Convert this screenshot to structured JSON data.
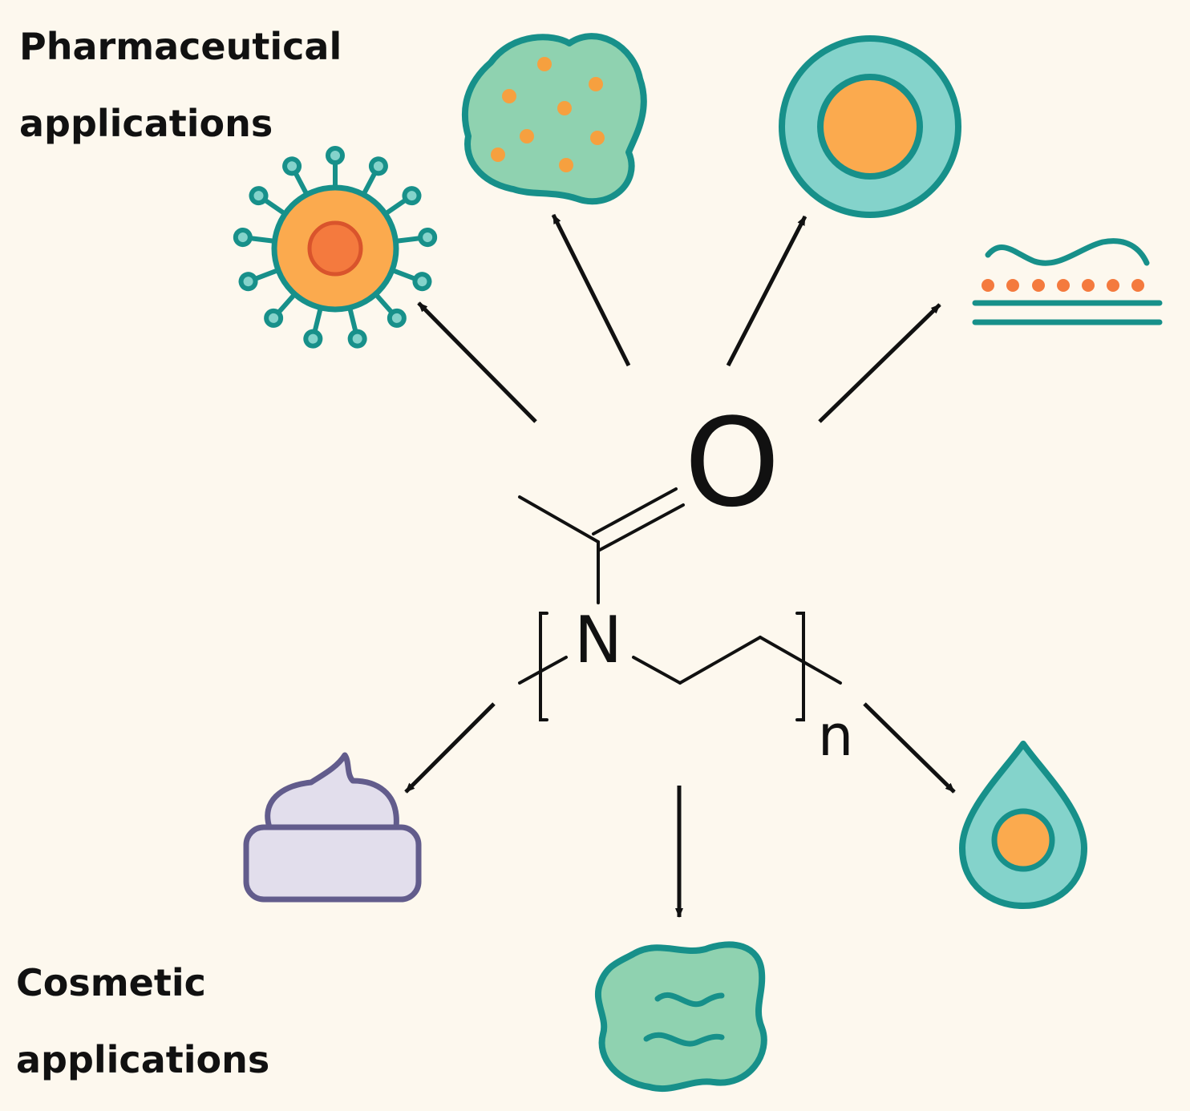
{
  "labels": {
    "pharmaceutical": {
      "line1": "Pharmaceutical",
      "line2": "applications"
    },
    "cosmetic": {
      "line1": "Cosmetic",
      "line2": "applications"
    }
  },
  "structure": {
    "oxygen": "O",
    "nitrogen": "N",
    "repeat_subscript": "n"
  },
  "icons": {
    "pharmaceutical": [
      "spiky-nanoparticle-icon",
      "drug-loaded-hydrogel-icon",
      "core-shell-capsule-icon",
      "transdermal-film-icon"
    ],
    "cosmetic": [
      "cream-jar-icon",
      "gel-blob-icon",
      "droplet-emulsion-icon"
    ]
  },
  "colors": {
    "background": "#fdf8ee",
    "teal": "#17908a",
    "mint": "#8fd2b0",
    "aqua": "#84d3cb",
    "orange": "#fbaa4e",
    "coral": "#f47a3e",
    "lavender": "#e2deec",
    "purple": "#625c8c"
  }
}
